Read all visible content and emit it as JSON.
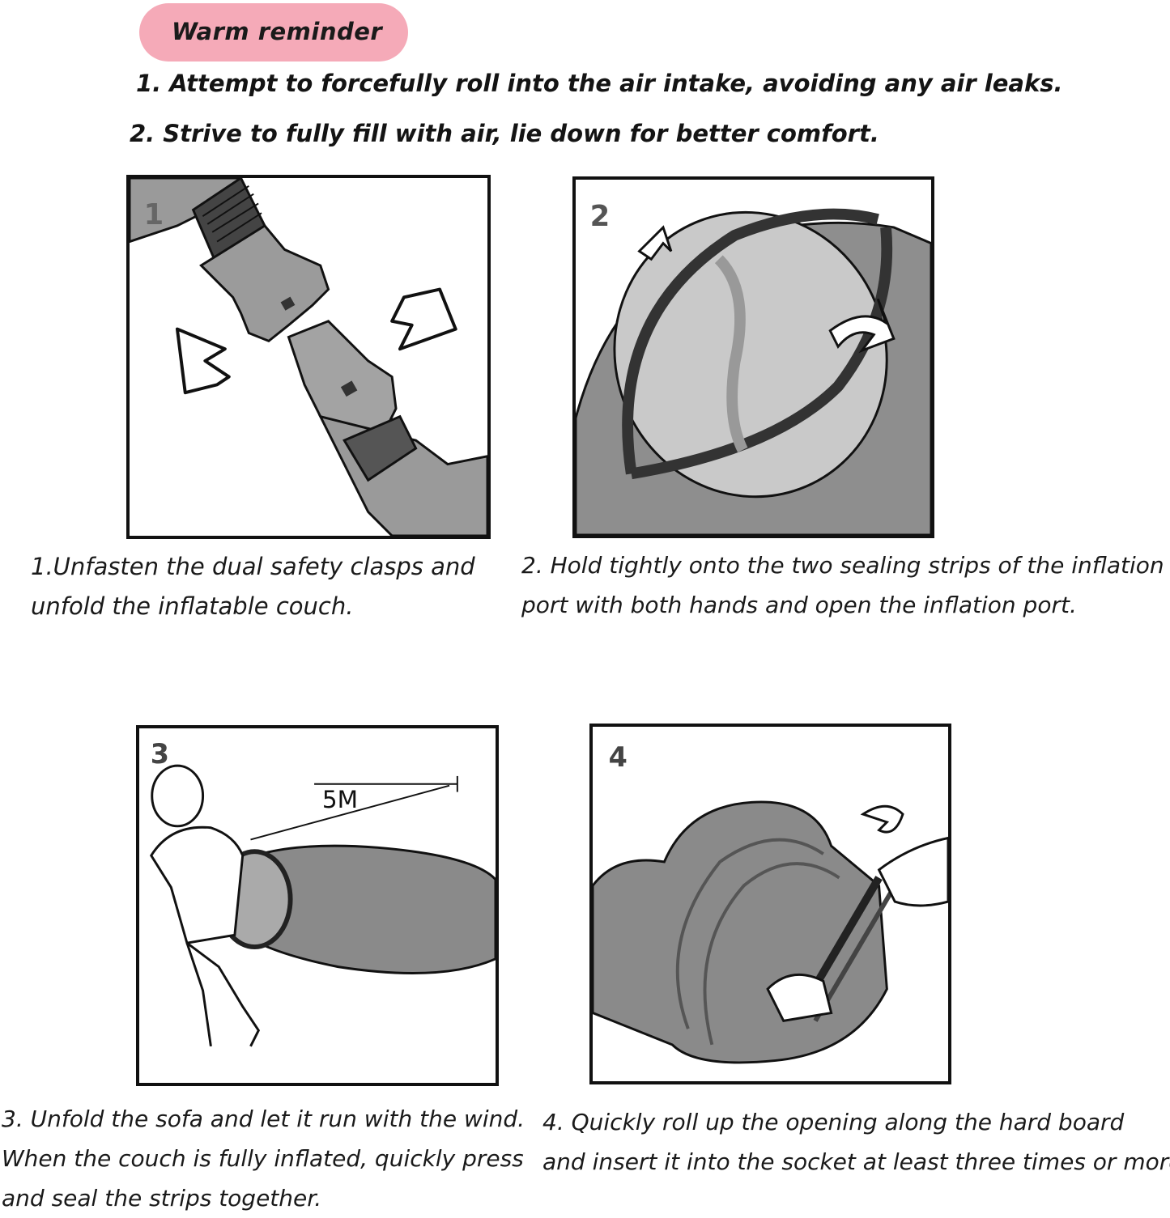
{
  "reminder": {
    "title": "Warm reminder",
    "tips": [
      "1. Attempt to forcefully roll into the air intake, avoiding any air leaks.",
      "2. Strive to fully fill with air, lie down for better comfort."
    ]
  },
  "steps": [
    {
      "number": "1",
      "caption": [
        "1.Unfasten the dual safety clasps and",
        "unfold the inflatable couch."
      ]
    },
    {
      "number": "2",
      "caption": [
        "2. Hold tightly onto the two sealing strips of the inflation",
        "port with both hands and open the inflation port."
      ]
    },
    {
      "number": "3",
      "distance_label": "5M",
      "caption": [
        "3. Unfold the sofa and let it run with the wind.",
        "When the couch is fully inflated, quickly press",
        "and seal the strips together."
      ]
    },
    {
      "number": "4",
      "caption": [
        "4. Quickly roll up the opening along the hard board",
        "and insert it into the socket at least three times or more."
      ]
    }
  ],
  "colors": {
    "badge": "#f5aab8",
    "fabric": "#8a8a8a",
    "fabric_light": "#b5b5b5",
    "outline": "#111111"
  }
}
